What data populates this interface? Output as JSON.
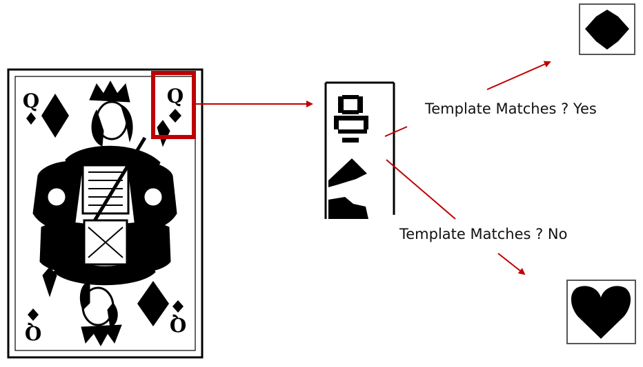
{
  "labels": {
    "match_yes": "Template Matches ? Yes",
    "match_no": "Template Matches ? No"
  },
  "card": {
    "rank_glyph": "Q",
    "suit": "diamond"
  },
  "templates": {
    "match": "diamond",
    "no_match": "heart"
  },
  "colors": {
    "arrow": "#c00000",
    "highlight_box": "#c00000",
    "ink": "#000000"
  },
  "icons": [
    "diamond-icon",
    "heart-icon",
    "arrow-icon"
  ]
}
